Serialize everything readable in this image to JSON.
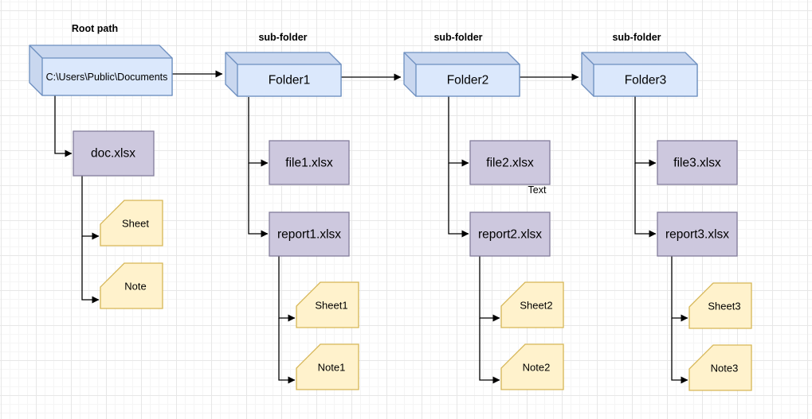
{
  "diagram": {
    "headers": {
      "root": "Root path",
      "subfolders": [
        "sub-folder",
        "sub-folder",
        "sub-folder"
      ]
    },
    "nodes": {
      "root_path": "C:\\Users\\Public\\Documents",
      "folder1": "Folder1",
      "folder2": "Folder2",
      "folder3": "Folder3",
      "doc": "doc.xlsx",
      "file1": "file1.xlsx",
      "report1": "report1.xlsx",
      "sheet": "Sheet",
      "note": "Note",
      "sheet1": "Sheet1",
      "note1": "Note1",
      "file2": "file2.xlsx",
      "report2": "report2.xlsx",
      "sheet2": "Sheet2",
      "note2": "Note2",
      "file3": "file3.xlsx",
      "report3": "report3.xlsx",
      "sheet3": "Sheet3",
      "note3": "Note3"
    },
    "annotations": {
      "text_label": "Text"
    },
    "colors": {
      "cube_front": "#dbe8fc",
      "cube_side": "#c9d7ef",
      "cube_stroke": "#6c8ebf",
      "file_fill": "#cdc8de",
      "file_stroke": "#837d9c",
      "card_fill": "#fff2cc",
      "card_stroke": "#d6b656",
      "edge": "#000000"
    }
  }
}
